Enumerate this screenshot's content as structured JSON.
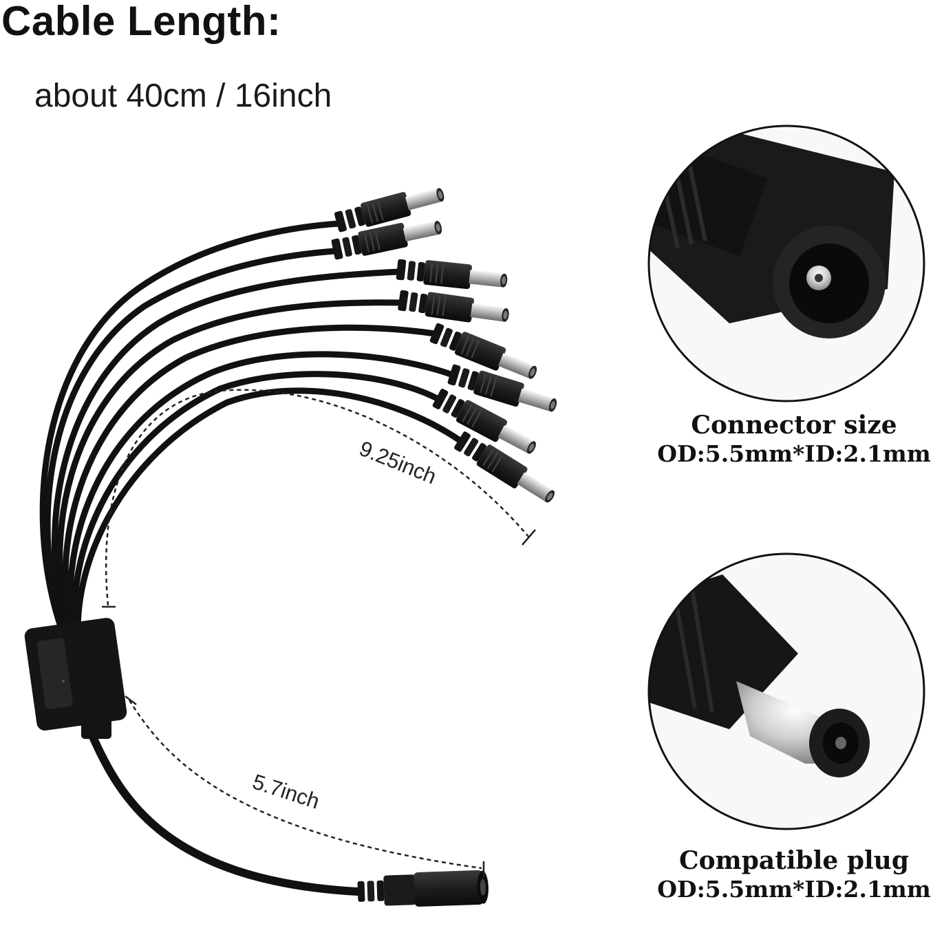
{
  "header": {
    "title": "Cable Length:",
    "subtitle": "about 40cm / 16inch"
  },
  "dimensions": {
    "branch_length": "9.25inch",
    "main_length": "5.7inch"
  },
  "callouts": [
    {
      "heading": "Connector size",
      "spec": "OD:5.5mm*ID:2.1mm",
      "icon": "female-dc-jack-closeup"
    },
    {
      "heading": "Compatible plug",
      "spec": "OD:5.5mm*ID:2.1mm",
      "icon": "male-dc-plug-closeup"
    }
  ],
  "product": {
    "branches": 8,
    "icon": "dc-splitter-cable"
  }
}
